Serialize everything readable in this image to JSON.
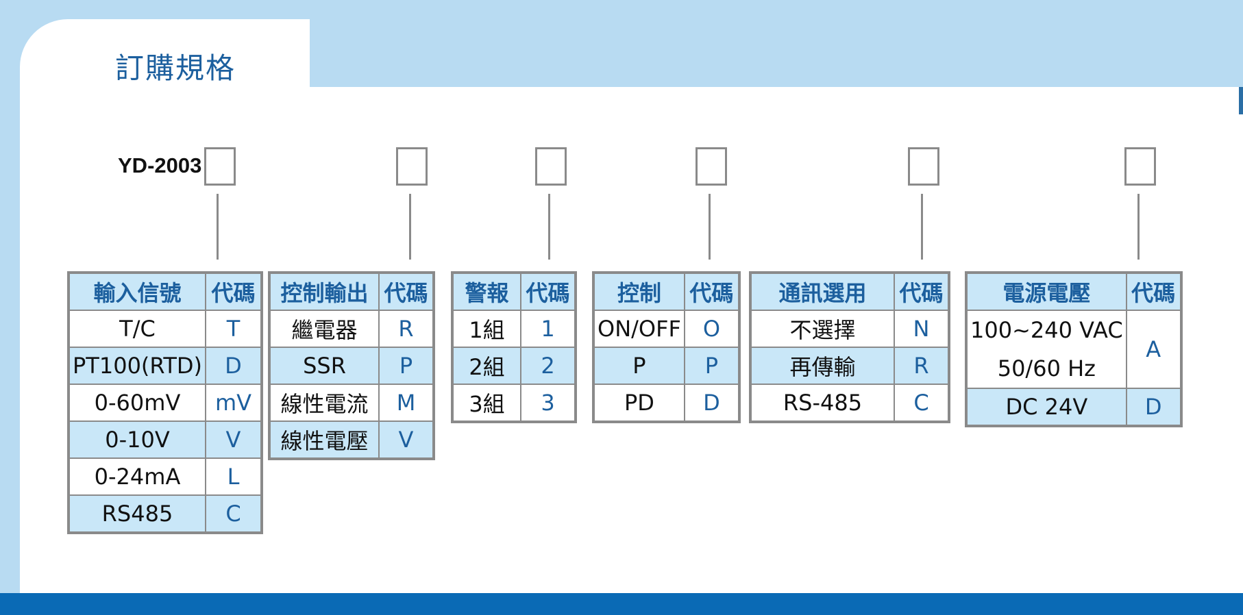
{
  "page": {
    "title": "訂購規格",
    "model": "YD-2003"
  },
  "colors": {
    "accent": "#1c5f9e",
    "band": "#b8dbf2",
    "row_highlight": "#c9e7f8",
    "bottom_bar": "#0a6ab5",
    "border": "#8a8a8a"
  },
  "tables": {
    "input": {
      "header": [
        "輸入信號",
        "代碼"
      ],
      "rows": [
        [
          "T/C",
          "T"
        ],
        [
          "PT100(RTD)",
          "D"
        ],
        [
          "0-60mV",
          "mV"
        ],
        [
          "0-10V",
          "V"
        ],
        [
          "0-24mA",
          "L"
        ],
        [
          "RS485",
          "C"
        ]
      ]
    },
    "control_output": {
      "header": [
        "控制輸出",
        "代碼"
      ],
      "rows": [
        [
          "繼電器",
          "R"
        ],
        [
          "SSR",
          "P"
        ],
        [
          "線性電流",
          "M"
        ],
        [
          "線性電壓",
          "V"
        ]
      ]
    },
    "alarm": {
      "header": [
        "警報",
        "代碼"
      ],
      "rows": [
        [
          "1組",
          "1"
        ],
        [
          "2組",
          "2"
        ],
        [
          "3組",
          "3"
        ]
      ]
    },
    "control": {
      "header": [
        "控制",
        "代碼"
      ],
      "rows": [
        [
          "ON/OFF",
          "O"
        ],
        [
          "P",
          "P"
        ],
        [
          "PD",
          "D"
        ]
      ]
    },
    "comm": {
      "header": [
        "通訊選用",
        "代碼"
      ],
      "rows": [
        [
          "不選擇",
          "N"
        ],
        [
          "再傳輸",
          "R"
        ],
        [
          "RS-485",
          "C"
        ]
      ]
    },
    "power": {
      "header": [
        "電源電壓",
        "代碼"
      ],
      "rows": [
        [
          "100~240 VAC",
          "50/60 Hz",
          "A"
        ],
        [
          "DC 24V",
          "D"
        ]
      ]
    }
  }
}
